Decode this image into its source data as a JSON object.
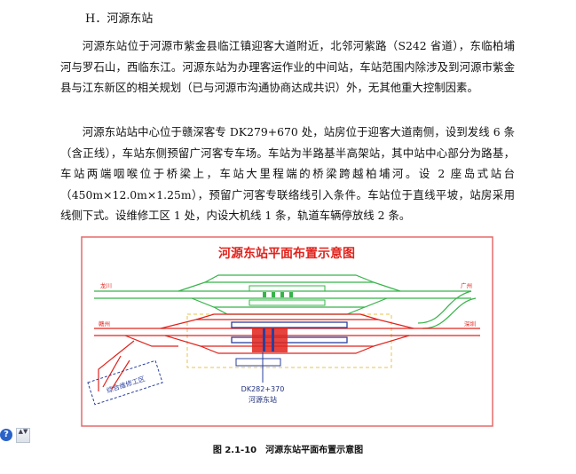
{
  "section": {
    "heading": "H．河源东站"
  },
  "paragraphs": [
    "河源东站位于河源市紫金县临江镇迎客大道附近，北邻河紫路（S242 省道），东临柏埔河与罗石山，西临东江。河源东站为办理客运作业的中间站，车站范围内除涉及到河源市紫金县与江东新区的相关规划（已与河源市沟通协商达成共识）外，无其他重大控制因素。",
    "河源东站站中心位于赣深客专 DK279+670 处，站房位于迎客大道南侧，设到发线 6 条（含正线），车站东侧预留广河客专车场。车站为半路基半高架站，其中站中心部分为路基，车站两端咽喉位于桥梁上，车站大里程端的桥梁跨越柏埔河。设 2 座岛式站台（450m×12.0m×1.25m），预留广河客专联络线引入条件。车站位于直线平坡，站房采用线侧下式。设维修工区 1 处，内设大机线 1 条，轨道车辆停放线 2 条。"
  ],
  "figure": {
    "title": "河源东站平面布置示意图",
    "station_label": "DK282+370",
    "station_name": "河源东站",
    "depot_label": "综合维修工区",
    "left_top_label": "龙川",
    "right_top_label": "广州",
    "left_bottom_label": "赣州",
    "right_bottom_label": "深圳",
    "colors": {
      "frame": "#e56a6a",
      "title": "#e0231c",
      "green_track": "#37b34a",
      "red_track": "#e0231c",
      "platform": "#2a3f9e",
      "dashed": "#e8c34a"
    },
    "caption": "图 2.1-10　河源东站平面布置示意图"
  },
  "widget": {
    "help_label": "?",
    "arrow_label": "▲▼"
  }
}
